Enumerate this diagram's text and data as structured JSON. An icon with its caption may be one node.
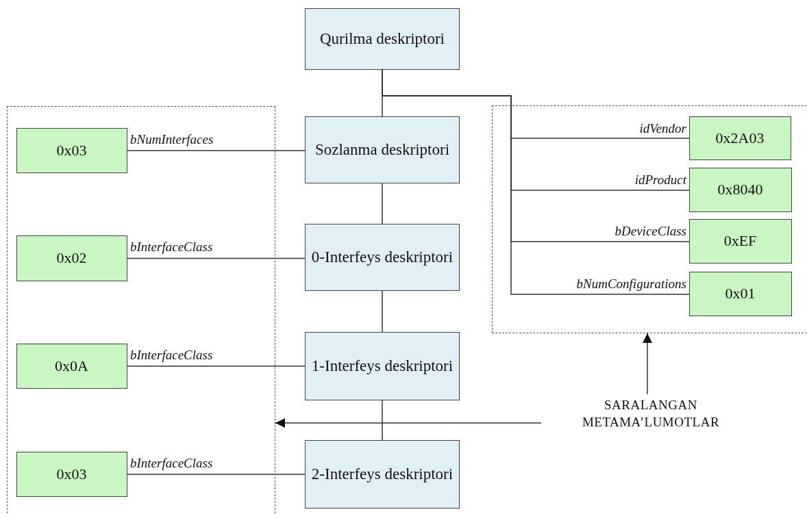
{
  "diagram": {
    "nodes": [
      {
        "text": [
          "Qurilma deskriptori"
        ]
      },
      {
        "text": [
          "Sozlanma deskriptori"
        ]
      },
      {
        "text": [
          "0-Interfeys deskriptori"
        ]
      },
      {
        "text": [
          "1-Interfeys deskriptori"
        ]
      },
      {
        "text": [
          "2-Interfeys deskriptori"
        ]
      },
      {
        "text": [],
        "shape": "box"
      },
      {
        "text": [
          "0x03"
        ],
        "in": 5
      },
      {
        "text": [
          "0x02"
        ],
        "in": 5
      },
      {
        "text": [
          "0x0A"
        ],
        "in": 5
      },
      {
        "text": [
          "0x03"
        ],
        "in": 5
      },
      {
        "text": [],
        "shape": "box"
      },
      {
        "text": [
          "0x2A03"
        ],
        "in": 10
      },
      {
        "text": [
          "0x8040"
        ],
        "in": 10
      },
      {
        "text": [
          "0xEF"
        ],
        "in": 10
      },
      {
        "text": [
          "0x01"
        ],
        "in": 10
      },
      {
        "text": [
          "SARALANGAN METAMA’LUMOTLAR"
        ]
      }
    ],
    "edges": [
      {
        "from": 0,
        "to": 1,
        "arrow": "none"
      },
      {
        "from": 1,
        "to": 2,
        "arrow": "none"
      },
      {
        "from": 2,
        "to": 3,
        "arrow": "none"
      },
      {
        "from": 3,
        "to": 4,
        "arrow": "none"
      },
      {
        "from": 1,
        "to": 6,
        "arrow": "none",
        "label": "bNumInterfaces"
      },
      {
        "from": 2,
        "to": 7,
        "arrow": "none",
        "label": "bInterfaceClass"
      },
      {
        "from": 3,
        "to": 8,
        "arrow": "none",
        "label": "bInterfaceClass"
      },
      {
        "from": 4,
        "to": 9,
        "arrow": "none",
        "label": "bInterfaceClass"
      },
      {
        "from": 0,
        "to": 11,
        "arrow": "none",
        "label": "idVendor"
      },
      {
        "from": 0,
        "to": 12,
        "arrow": "none",
        "label": "idProduct"
      },
      {
        "from": 0,
        "to": 13,
        "arrow": "none",
        "label": "bDeviceClass"
      },
      {
        "from": 0,
        "to": 14,
        "arrow": "none",
        "label": "bNumConfigurations"
      },
      {
        "from": 15,
        "to": 10,
        "arrow": "to"
      },
      {
        "from": 15,
        "to": 5,
        "arrow": "to"
      }
    ]
  }
}
